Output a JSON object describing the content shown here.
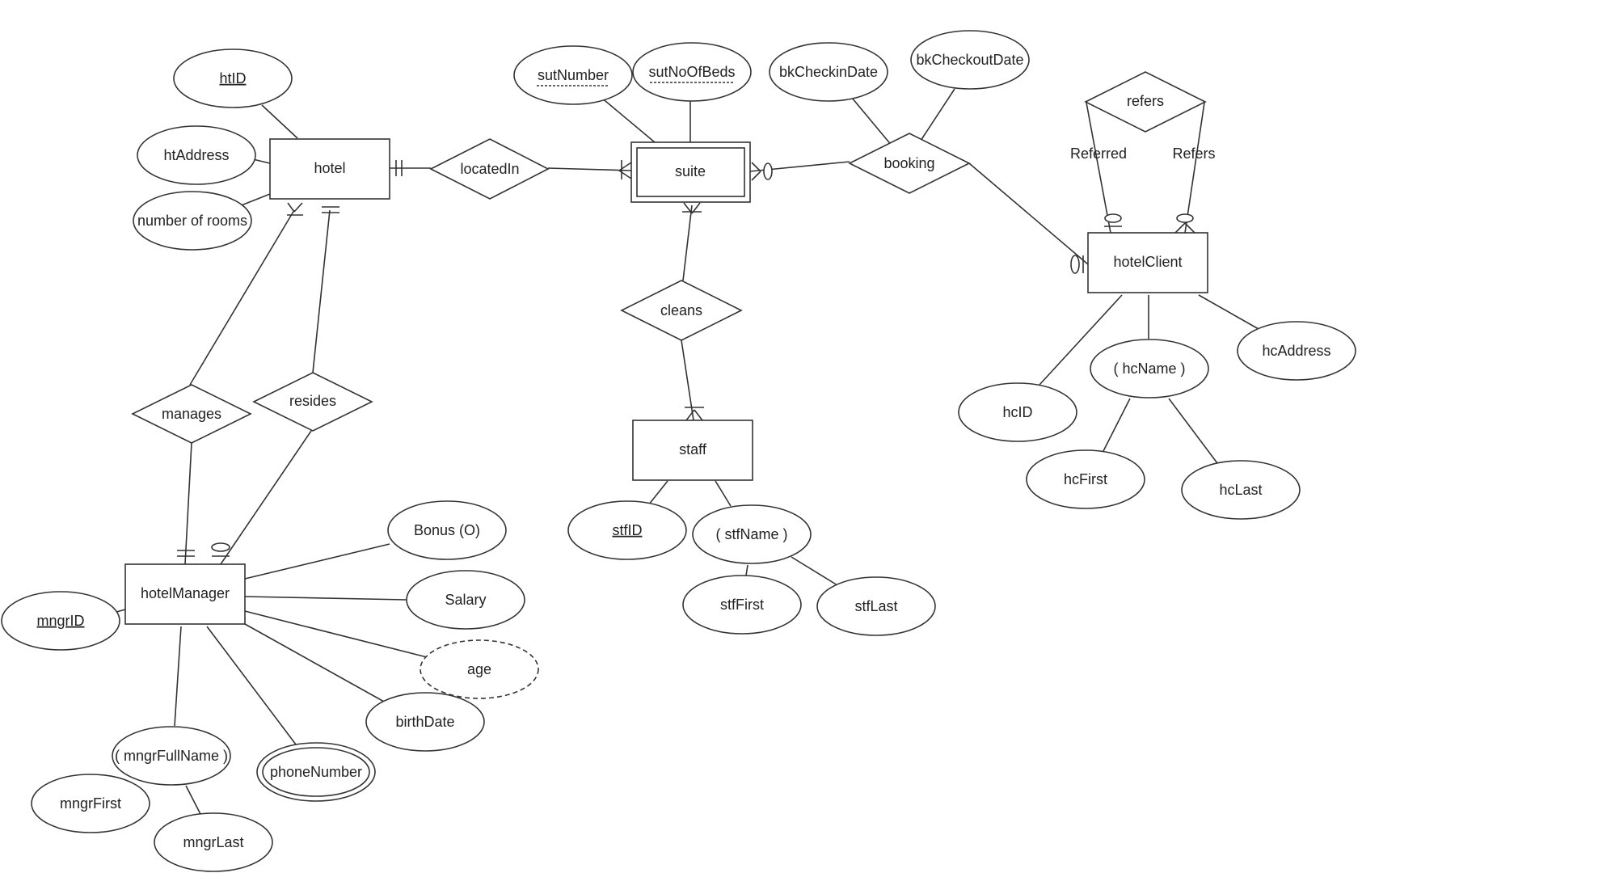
{
  "diagram": {
    "entities": [
      {
        "id": "hotel",
        "label": "hotel"
      },
      {
        "id": "suite",
        "label": "suite",
        "weak": true
      },
      {
        "id": "hotelClient",
        "label": "hotelClient"
      },
      {
        "id": "staff",
        "label": "staff"
      },
      {
        "id": "hotelManager",
        "label": "hotelManager"
      }
    ],
    "relationships": [
      {
        "id": "locatedIn",
        "label": "locatedIn"
      },
      {
        "id": "booking",
        "label": "booking"
      },
      {
        "id": "refers",
        "label": "refers"
      },
      {
        "id": "cleans",
        "label": "cleans"
      },
      {
        "id": "manages",
        "label": "manages"
      },
      {
        "id": "resides",
        "label": "resides"
      }
    ],
    "attributes": [
      {
        "id": "htID",
        "label": "htID",
        "key": true
      },
      {
        "id": "htAddress",
        "label": "htAddress"
      },
      {
        "id": "numberOfRooms",
        "label": "number of rooms"
      },
      {
        "id": "sutNumber",
        "label": "sutNumber",
        "partialKey": true
      },
      {
        "id": "sutNoOfBeds",
        "label": "sutNoOfBeds",
        "partialKey": true
      },
      {
        "id": "bkCheckinDate",
        "label": "bkCheckinDate"
      },
      {
        "id": "bkCheckoutDate",
        "label": "bkCheckoutDate"
      },
      {
        "id": "hcID",
        "label": "hcID"
      },
      {
        "id": "hcName",
        "label": "( hcName )"
      },
      {
        "id": "hcAddress",
        "label": "hcAddress"
      },
      {
        "id": "hcFirst",
        "label": "hcFirst"
      },
      {
        "id": "hcLast",
        "label": "hcLast"
      },
      {
        "id": "stfID",
        "label": "stfID",
        "key": true
      },
      {
        "id": "stfName",
        "label": "( stfName )"
      },
      {
        "id": "stfFirst",
        "label": "stfFirst"
      },
      {
        "id": "stfLast",
        "label": "stfLast"
      },
      {
        "id": "mngrID",
        "label": "mngrID",
        "key": true
      },
      {
        "id": "bonus",
        "label": "Bonus (O)"
      },
      {
        "id": "salary",
        "label": "Salary"
      },
      {
        "id": "age",
        "label": "age",
        "derived": true
      },
      {
        "id": "birthDate",
        "label": "birthDate"
      },
      {
        "id": "phoneNumber",
        "label": "phoneNumber",
        "multivalued": true
      },
      {
        "id": "mngrFullName",
        "label": "( mngrFullName )"
      },
      {
        "id": "mngrFirst",
        "label": "mngrFirst"
      },
      {
        "id": "mngrLast",
        "label": "mngrLast"
      }
    ],
    "edge_labels": [
      {
        "id": "referred",
        "label": "Referred"
      },
      {
        "id": "refersRole",
        "label": "Refers"
      }
    ]
  }
}
